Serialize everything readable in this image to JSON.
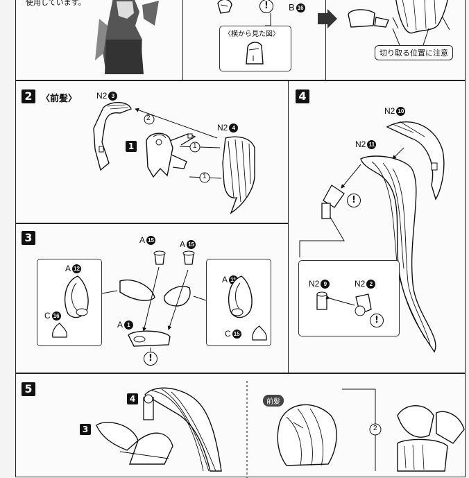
{
  "top_left": {
    "caption": "使用しています。"
  },
  "top_mid": {
    "inset_title": "〈横から見た図〉",
    "part_label": "B",
    "part_num": "16"
  },
  "top_right": {
    "note": "切り取る位置に注意"
  },
  "step2": {
    "num": "2",
    "title": "〈前髪〉",
    "lbl_a": "N2",
    "lbl_a_num": "3",
    "lbl_b": "N2",
    "lbl_b_num": "4",
    "sub_num": "1",
    "circ1": "1",
    "circ2": "2",
    "circ3": "1"
  },
  "step3": {
    "num": "3",
    "lbl_a15a": "A",
    "lbl_a15a_num": "15",
    "lbl_a15b": "A",
    "lbl_a15b_num": "15",
    "lbl_a12": "A",
    "lbl_a12_num": "12",
    "lbl_c16": "C",
    "lbl_c16_num": "16",
    "lbl_a11": "A",
    "lbl_a11_num": "11",
    "lbl_c15": "C",
    "lbl_c15_num": "15",
    "lbl_a1": "A",
    "lbl_a1_num": "1"
  },
  "step4": {
    "num": "4",
    "lbl_n210": "N2",
    "lbl_n210_num": "10",
    "lbl_n211": "N2",
    "lbl_n211_num": "11",
    "lbl_n29": "N2",
    "lbl_n29_num": "9",
    "lbl_n22": "N2",
    "lbl_n22_num": "2"
  },
  "step5": {
    "num": "5",
    "sub4": "4",
    "sub3": "3",
    "tag": "前髪",
    "circ": "2"
  },
  "caution_mark": "!"
}
